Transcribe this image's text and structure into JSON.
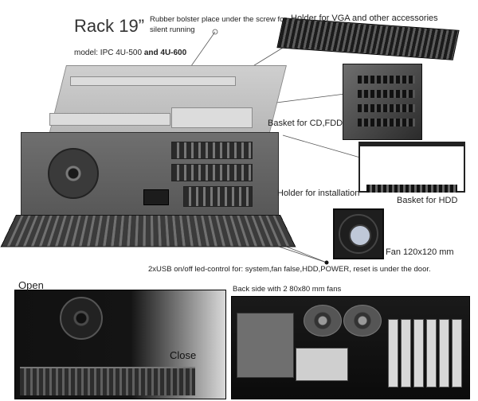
{
  "header": {
    "title": "Rack 19”",
    "note": "Rubber bolster place under the screw for silent running",
    "model_prefix": "model: IPC 4U-500 ",
    "model_bold": "and 4U-600"
  },
  "captions": {
    "vga_holder": "Holder for VGA and other accessories",
    "basket_cd": "Basket for CD,FDD",
    "holder_install": "Holder for installation",
    "basket_hdd": "Basket for HDD",
    "fan": "Fan 120x120 mm",
    "usb_note": "2xUSB on/off led-control for: system,fan false,HDD,POWER, reset is under the door.",
    "open": "Open",
    "close": "Close",
    "back_side": "Back side with 2 80x80 mm fans"
  },
  "colors": {
    "chassis": "#b6b6b6",
    "front": "#575757",
    "accessory": "#2b2b2b"
  }
}
